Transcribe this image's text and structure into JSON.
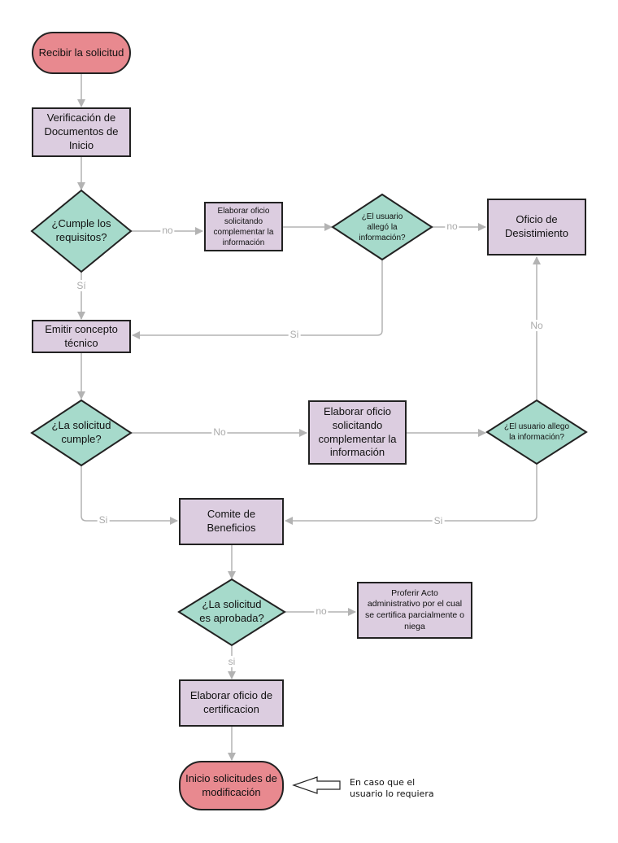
{
  "nodes": {
    "recibir": "Recibir la solicitud",
    "verificacion": "Verificación de\nDocumentos de\nInicio",
    "cumple_requisitos": "¿Cumple los\nrequisitos?",
    "elaborar_oficio_1": "Elaborar oficio\nsolicitando\ncomplementar la\ninformación",
    "usuario_allego_1": "¿El usuario\nallegó la\ninformación?",
    "oficio_desistimiento": "Oficio de\nDesistimiento",
    "emitir_concepto": "Emitir concepto\ntécnico",
    "solicitud_cumple": "¿La solicitud\ncumple?",
    "elaborar_oficio_2": "Elaborar oficio\nsolicitando\ncomplementar la\ninformación",
    "usuario_allego_2": "¿El usuario allego\nla información?",
    "comite": "Comite de\nBeneficios",
    "solicitud_aprobada": "¿La solicitud\nes aprobada?",
    "proferir_acto": "Proferir Acto\nadministrativo por el cual\nse certifica parcialmente o\nniega",
    "elaborar_certificacion": "Elaborar oficio de\ncertificacion",
    "inicio_modificacion": "Inicio solicitudes de\nmodificación"
  },
  "edge_labels": {
    "no_1": "no",
    "no_2": "no",
    "si_1": "Sí",
    "si_2": "Si",
    "no_3": "No",
    "no_4": "No",
    "si_3": "Si",
    "si_4": "Si",
    "no_5": "no",
    "si_5": "si"
  },
  "note": "En caso que el\nusuario lo requiera",
  "colors": {
    "process_fill": "#dccde0",
    "decision_fill": "#a6dacb",
    "terminal_fill": "#e8898f",
    "connector": "#b3b3b3",
    "border": "#222222"
  }
}
